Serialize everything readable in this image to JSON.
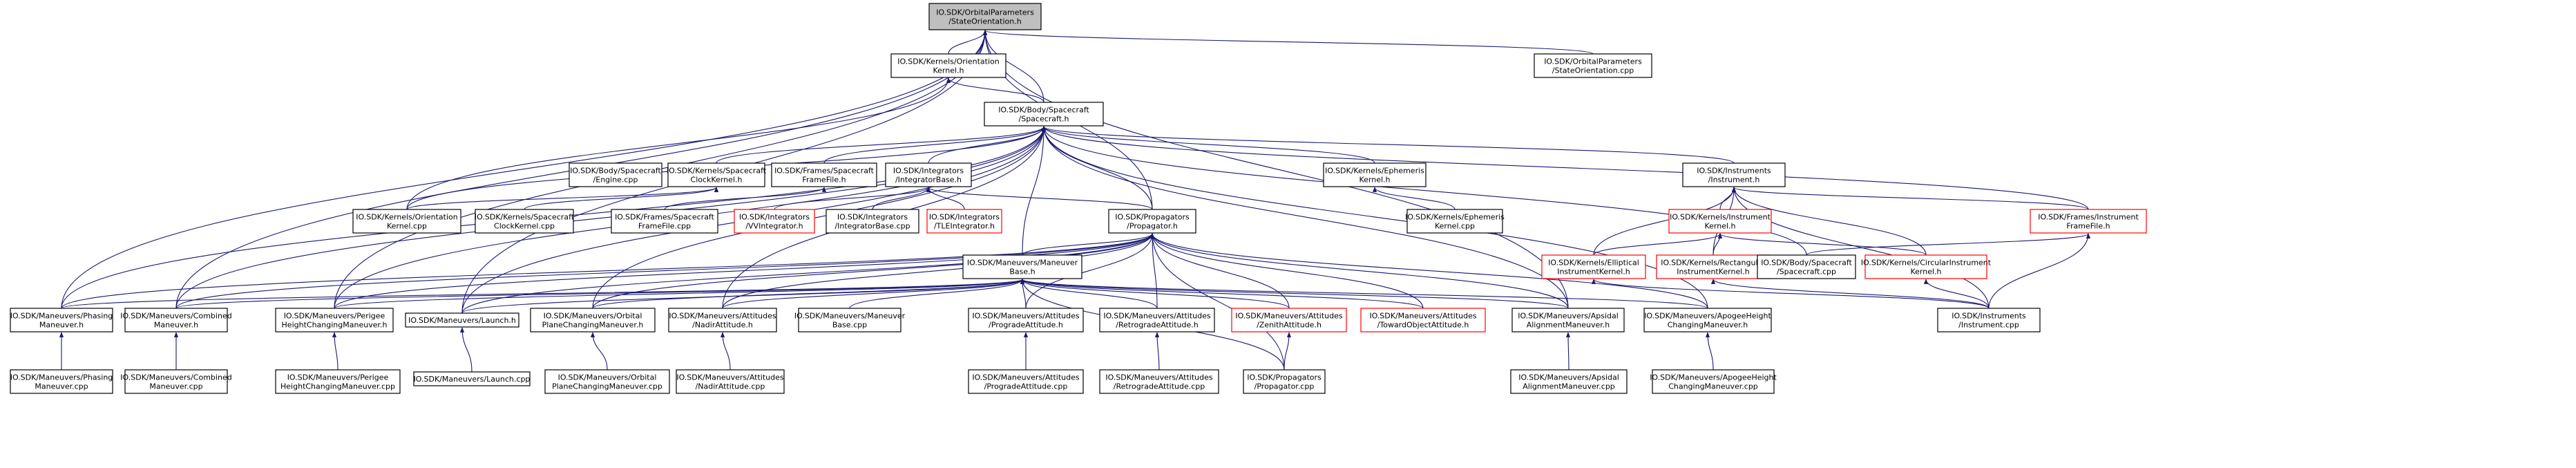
{
  "graph": {
    "title": "",
    "nodes": [
      {
        "id": "n00",
        "lines": [
          "IO.SDK/OrbitalParameters",
          "/StateOrientation.h"
        ],
        "style": "hl"
      },
      {
        "id": "n01",
        "lines": [
          "IO.SDK/Kernels/Orientation",
          "Kernel.h"
        ],
        "style": "normal"
      },
      {
        "id": "n02",
        "lines": [
          "IO.SDK/OrbitalParameters",
          "/StateOrientation.cpp"
        ],
        "style": "normal"
      },
      {
        "id": "n03",
        "lines": [
          "IO.SDK/Body/Spacecraft",
          "/Spacecraft.h"
        ],
        "style": "normal"
      },
      {
        "id": "n04",
        "lines": [
          "IO.SDK/Body/Spacecraft",
          "/Engine.cpp"
        ],
        "style": "normal"
      },
      {
        "id": "n05",
        "lines": [
          "IO.SDK/Kernels/Spacecraft",
          "ClockKernel.h"
        ],
        "style": "normal"
      },
      {
        "id": "n06",
        "lines": [
          "IO.SDK/Frames/Spacecraft",
          "FrameFile.h"
        ],
        "style": "normal"
      },
      {
        "id": "n07",
        "lines": [
          "IO.SDK/Integrators",
          "/IntegratorBase.h"
        ],
        "style": "normal"
      },
      {
        "id": "n08",
        "lines": [
          "IO.SDK/Kernels/Ephemeris",
          "Kernel.h"
        ],
        "style": "normal"
      },
      {
        "id": "n09",
        "lines": [
          "IO.SDK/Instruments",
          "/Instrument.h"
        ],
        "style": "normal"
      },
      {
        "id": "n10",
        "lines": [
          "IO.SDK/Kernels/Orientation",
          "Kernel.cpp"
        ],
        "style": "normal"
      },
      {
        "id": "n11",
        "lines": [
          "IO.SDK/Kernels/Spacecraft",
          "ClockKernel.cpp"
        ],
        "style": "normal"
      },
      {
        "id": "n12",
        "lines": [
          "IO.SDK/Frames/Spacecraft",
          "FrameFile.cpp"
        ],
        "style": "normal"
      },
      {
        "id": "n13",
        "lines": [
          "IO.SDK/Integrators",
          "/VVIntegrator.h"
        ],
        "style": "red"
      },
      {
        "id": "n14",
        "lines": [
          "IO.SDK/Integrators",
          "/IntegratorBase.cpp"
        ],
        "style": "normal"
      },
      {
        "id": "n15",
        "lines": [
          "IO.SDK/Integrators",
          "/TLEIntegrator.h"
        ],
        "style": "red"
      },
      {
        "id": "n16",
        "lines": [
          "IO.SDK/Propagators",
          "/Propagator.h"
        ],
        "style": "normal"
      },
      {
        "id": "n17",
        "lines": [
          "IO.SDK/Kernels/Ephemeris",
          "Kernel.cpp"
        ],
        "style": "normal"
      },
      {
        "id": "n18",
        "lines": [
          "IO.SDK/Kernels/Instrument",
          "Kernel.h"
        ],
        "style": "red"
      },
      {
        "id": "n19",
        "lines": [
          "IO.SDK/Frames/Instrument",
          "FrameFile.h"
        ],
        "style": "red"
      },
      {
        "id": "n20",
        "lines": [
          "IO.SDK/Maneuvers/Maneuver",
          "Base.h"
        ],
        "style": "normal"
      },
      {
        "id": "n21",
        "lines": [
          "IO.SDK/Kernels/Elliptical",
          "InstrumentKernel.h"
        ],
        "style": "red"
      },
      {
        "id": "n22",
        "lines": [
          "IO.SDK/Kernels/Rectangular",
          "InstrumentKernel.h"
        ],
        "style": "red"
      },
      {
        "id": "n23",
        "lines": [
          "IO.SDK/Body/Spacecraft",
          "/Spacecraft.cpp"
        ],
        "style": "normal"
      },
      {
        "id": "n24",
        "lines": [
          "IO.SDK/Kernels/CircularInstrument",
          "Kernel.h"
        ],
        "style": "red"
      },
      {
        "id": "n25",
        "lines": [
          "IO.SDK/Maneuvers/Phasing",
          "Maneuver.h"
        ],
        "style": "normal"
      },
      {
        "id": "n26",
        "lines": [
          "IO.SDK/Maneuvers/Combined",
          "Maneuver.h"
        ],
        "style": "normal"
      },
      {
        "id": "n27",
        "lines": [
          "IO.SDK/Maneuvers/Perigee",
          "HeightChangingManeuver.h"
        ],
        "style": "normal"
      },
      {
        "id": "n28",
        "lines": [
          "IO.SDK/Maneuvers/Launch.h"
        ],
        "style": "normal"
      },
      {
        "id": "n29",
        "lines": [
          "IO.SDK/Maneuvers/Orbital",
          "PlaneChangingManeuver.h"
        ],
        "style": "normal"
      },
      {
        "id": "n30",
        "lines": [
          "IO.SDK/Maneuvers/Attitudes",
          "/NadirAttitude.h"
        ],
        "style": "normal"
      },
      {
        "id": "n31",
        "lines": [
          "IO.SDK/Maneuvers/Maneuver",
          "Base.cpp"
        ],
        "style": "normal"
      },
      {
        "id": "n32",
        "lines": [
          "IO.SDK/Maneuvers/Attitudes",
          "/ProgradeAttitude.h"
        ],
        "style": "normal"
      },
      {
        "id": "n33",
        "lines": [
          "IO.SDK/Maneuvers/Attitudes",
          "/RetrogradeAttitude.h"
        ],
        "style": "normal"
      },
      {
        "id": "n34",
        "lines": [
          "IO.SDK/Maneuvers/Attitudes",
          "/ZenithAttitude.h"
        ],
        "style": "red"
      },
      {
        "id": "n35",
        "lines": [
          "IO.SDK/Maneuvers/Attitudes",
          "/TowardObjectAttitude.h"
        ],
        "style": "red"
      },
      {
        "id": "n36",
        "lines": [
          "IO.SDK/Maneuvers/Apsidal",
          "AlignmentManeuver.h"
        ],
        "style": "normal"
      },
      {
        "id": "n37",
        "lines": [
          "IO.SDK/Maneuvers/ApogeeHeight",
          "ChangingManeuver.h"
        ],
        "style": "normal"
      },
      {
        "id": "n38",
        "lines": [
          "IO.SDK/Instruments",
          "/Instrument.cpp"
        ],
        "style": "normal"
      },
      {
        "id": "n39",
        "lines": [
          "IO.SDK/Maneuvers/Phasing",
          "Maneuver.cpp"
        ],
        "style": "normal"
      },
      {
        "id": "n40",
        "lines": [
          "IO.SDK/Maneuvers/Combined",
          "Maneuver.cpp"
        ],
        "style": "normal"
      },
      {
        "id": "n41",
        "lines": [
          "IO.SDK/Maneuvers/Perigee",
          "HeightChangingManeuver.cpp"
        ],
        "style": "normal"
      },
      {
        "id": "n42",
        "lines": [
          "IO.SDK/Maneuvers/Launch.cpp"
        ],
        "style": "normal"
      },
      {
        "id": "n43",
        "lines": [
          "IO.SDK/Maneuvers/Orbital",
          "PlaneChangingManeuver.cpp"
        ],
        "style": "normal"
      },
      {
        "id": "n44",
        "lines": [
          "IO.SDK/Maneuvers/Attitudes",
          "/NadirAttitude.cpp"
        ],
        "style": "normal"
      },
      {
        "id": "n45",
        "lines": [
          "IO.SDK/Maneuvers/Attitudes",
          "/ProgradeAttitude.cpp"
        ],
        "style": "normal"
      },
      {
        "id": "n46",
        "lines": [
          "IO.SDK/Maneuvers/Attitudes",
          "/RetrogradeAttitude.cpp"
        ],
        "style": "normal"
      },
      {
        "id": "n47",
        "lines": [
          "IO.SDK/Propagators",
          "/Propagator.cpp"
        ],
        "style": "normal"
      },
      {
        "id": "n48",
        "lines": [
          "IO.SDK/Maneuvers/Apsidal",
          "AlignmentManeuver.cpp"
        ],
        "style": "normal"
      },
      {
        "id": "n49",
        "lines": [
          "IO.SDK/Maneuvers/ApogeeHeight",
          "ChangingManeuver.cpp"
        ],
        "style": "normal"
      }
    ],
    "edges": [
      [
        "n01",
        "n00"
      ],
      [
        "n02",
        "n00"
      ],
      [
        "n03",
        "n00"
      ],
      [
        "n25",
        "n00"
      ],
      [
        "n26",
        "n00"
      ],
      [
        "n27",
        "n00"
      ],
      [
        "n28",
        "n00"
      ],
      [
        "n16",
        "n00"
      ],
      [
        "n36",
        "n00"
      ],
      [
        "n03",
        "n01"
      ],
      [
        "n10",
        "n01"
      ],
      [
        "n05",
        "n03"
      ],
      [
        "n06",
        "n03"
      ],
      [
        "n07",
        "n03"
      ],
      [
        "n08",
        "n03"
      ],
      [
        "n09",
        "n03"
      ],
      [
        "n10",
        "n03"
      ],
      [
        "n16",
        "n03"
      ],
      [
        "n20",
        "n03"
      ],
      [
        "n19",
        "n03"
      ],
      [
        "n23",
        "n03"
      ],
      [
        "n25",
        "n03"
      ],
      [
        "n26",
        "n03"
      ],
      [
        "n27",
        "n03"
      ],
      [
        "n28",
        "n03"
      ],
      [
        "n29",
        "n03"
      ],
      [
        "n30",
        "n03"
      ],
      [
        "n36",
        "n03"
      ],
      [
        "n37",
        "n03"
      ],
      [
        "n10",
        "n05"
      ],
      [
        "n11",
        "n05"
      ],
      [
        "n12",
        "n06"
      ],
      [
        "n13",
        "n07"
      ],
      [
        "n14",
        "n07"
      ],
      [
        "n15",
        "n07"
      ],
      [
        "n16",
        "n07"
      ],
      [
        "n17",
        "n08"
      ],
      [
        "n18",
        "n09"
      ],
      [
        "n19",
        "n09"
      ],
      [
        "n21",
        "n09"
      ],
      [
        "n22",
        "n09"
      ],
      [
        "n24",
        "n09"
      ],
      [
        "n38",
        "n09"
      ],
      [
        "n21",
        "n18"
      ],
      [
        "n22",
        "n18"
      ],
      [
        "n24",
        "n18"
      ],
      [
        "n23",
        "n19"
      ],
      [
        "n38",
        "n19"
      ],
      [
        "n38",
        "n21"
      ],
      [
        "n38",
        "n22"
      ],
      [
        "n38",
        "n24"
      ],
      [
        "n20",
        "n16"
      ],
      [
        "n25",
        "n16"
      ],
      [
        "n26",
        "n16"
      ],
      [
        "n27",
        "n16"
      ],
      [
        "n28",
        "n16"
      ],
      [
        "n29",
        "n16"
      ],
      [
        "n30",
        "n16"
      ],
      [
        "n32",
        "n16"
      ],
      [
        "n33",
        "n16"
      ],
      [
        "n34",
        "n16"
      ],
      [
        "n35",
        "n16"
      ],
      [
        "n36",
        "n16"
      ],
      [
        "n37",
        "n16"
      ],
      [
        "n47",
        "n16"
      ],
      [
        "n25",
        "n20"
      ],
      [
        "n26",
        "n20"
      ],
      [
        "n27",
        "n20"
      ],
      [
        "n28",
        "n20"
      ],
      [
        "n29",
        "n20"
      ],
      [
        "n30",
        "n20"
      ],
      [
        "n31",
        "n20"
      ],
      [
        "n32",
        "n20"
      ],
      [
        "n33",
        "n20"
      ],
      [
        "n34",
        "n20"
      ],
      [
        "n35",
        "n20"
      ],
      [
        "n36",
        "n20"
      ],
      [
        "n37",
        "n20"
      ],
      [
        "n47",
        "n20"
      ],
      [
        "n39",
        "n25"
      ],
      [
        "n40",
        "n26"
      ],
      [
        "n41",
        "n27"
      ],
      [
        "n42",
        "n28"
      ],
      [
        "n43",
        "n29"
      ],
      [
        "n44",
        "n30"
      ],
      [
        "n45",
        "n32"
      ],
      [
        "n46",
        "n33"
      ],
      [
        "n47",
        "n34"
      ],
      [
        "n48",
        "n36"
      ],
      [
        "n49",
        "n37"
      ]
    ]
  }
}
